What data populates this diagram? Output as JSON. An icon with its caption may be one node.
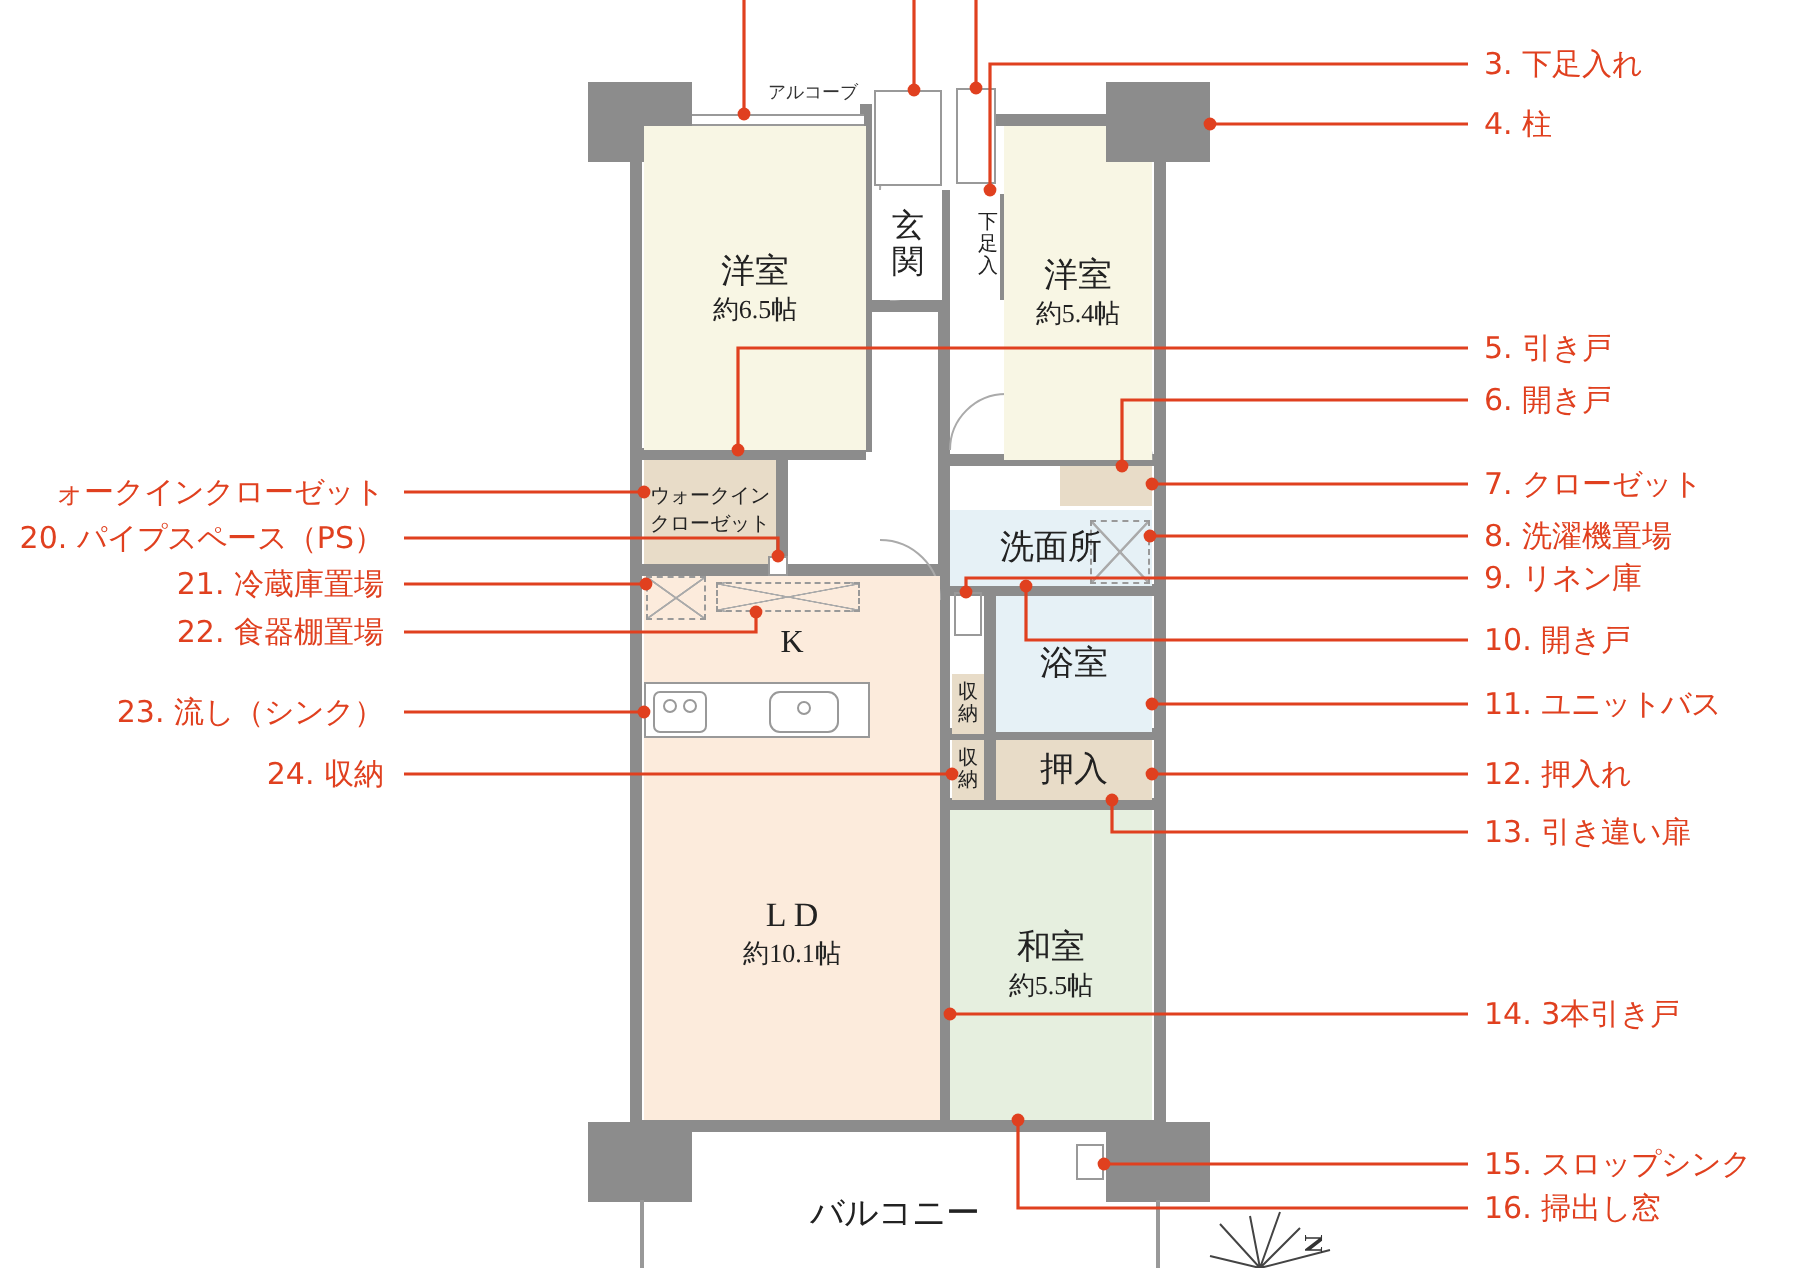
{
  "diagram": {
    "nodes": [
      {
        "text": [
          "洋室",
          "約6.5帖"
        ]
      },
      {
        "text": [
          "玄関"
        ]
      },
      {
        "text": [
          "下足入"
        ]
      },
      {
        "text": [
          "洋室",
          "約5.4帖"
        ]
      },
      {
        "text": [
          "ウォークインクローゼット"
        ]
      },
      {
        "text": [
          "洗面所"
        ]
      },
      {
        "text": [
          "浴室"
        ]
      },
      {
        "text": [
          "収納"
        ]
      },
      {
        "text": [
          "収納"
        ]
      },
      {
        "text": [
          "押入"
        ]
      },
      {
        "text": [
          "K"
        ]
      },
      {
        "text": [
          "L D",
          "約10.1帖"
        ]
      },
      {
        "text": [
          "和室",
          "約5.5帖"
        ]
      },
      {
        "text": [],
        "shape": "box"
      },
      {
        "text": [],
        "shape": "box"
      },
      {
        "text": [],
        "shape": "box"
      },
      {
        "text": [],
        "shape": "box"
      },
      {
        "text": [],
        "shape": "box"
      },
      {
        "text": [],
        "shape": "box",
        "in": 5
      },
      {
        "text": [],
        "shape": "box"
      },
      {
        "text": [],
        "shape": "box"
      },
      {
        "text": [],
        "shape": "box"
      },
      {
        "text": [],
        "shape": "box",
        "in": 10
      },
      {
        "text": [],
        "shape": "box",
        "in": 10
      },
      {
        "text": [],
        "shape": "box",
        "in": 10
      },
      {
        "text": [
          "3. 下足入れ"
        ]
      },
      {
        "text": [
          "4. 柱"
        ]
      },
      {
        "text": [
          "5. 引き戸"
        ]
      },
      {
        "text": [
          "6. 開き戸"
        ]
      },
      {
        "text": [
          "7. クローゼット"
        ]
      },
      {
        "text": [
          "8. 洗濯機置場"
        ]
      },
      {
        "text": [
          "9. リネン庫"
        ]
      },
      {
        "text": [
          "10. 開き戸"
        ]
      },
      {
        "text": [
          "11. ユニットバス"
        ]
      },
      {
        "text": [
          "12. 押入れ"
        ]
      },
      {
        "text": [
          "13. 引き違い扉"
        ]
      },
      {
        "text": [
          "14. 3本引き戸"
        ]
      },
      {
        "text": [
          "15. スロップシンク"
        ]
      },
      {
        "text": [
          "16. 掃出し窓"
        ]
      },
      {
        "text": [
          "ォークインクローゼット"
        ]
      },
      {
        "text": [
          "20. パイプスペース（PS）"
        ]
      },
      {
        "text": [
          "21. 冷蔵庫置場"
        ]
      },
      {
        "text": [
          "22. 食器棚置場"
        ]
      },
      {
        "text": [
          "23. 流し（シンク）"
        ]
      },
      {
        "text": [
          "24. 収納"
        ]
      }
    ],
    "edges": [
      {
        "from": 25,
        "to": 2,
        "arrow": "other"
      },
      {
        "from": 26,
        "to": 13,
        "arrow": "other"
      },
      {
        "from": 27,
        "to": 0,
        "arrow": "other"
      },
      {
        "from": 28,
        "to": 17,
        "arrow": "other"
      },
      {
        "from": 29,
        "to": 17,
        "arrow": "other"
      },
      {
        "from": 30,
        "to": 18,
        "arrow": "other"
      },
      {
        "from": 31,
        "to": 19,
        "arrow": "other"
      },
      {
        "from": 32,
        "to": 5,
        "arrow": "other"
      },
      {
        "from": 33,
        "to": 6,
        "arrow": "other"
      },
      {
        "from": 34,
        "to": 9,
        "arrow": "other"
      },
      {
        "from": 35,
        "to": 9,
        "arrow": "other"
      },
      {
        "from": 36,
        "to": 12,
        "arrow": "other"
      },
      {
        "from": 37,
        "to": 20,
        "arrow": "other"
      },
      {
        "from": 38,
        "to": 12,
        "arrow": "other"
      },
      {
        "from": 39,
        "to": 4,
        "arrow": "other"
      },
      {
        "from": 40,
        "to": 21,
        "arrow": "other"
      },
      {
        "from": 41,
        "to": 22,
        "arrow": "other"
      },
      {
        "from": 42,
        "to": 23,
        "arrow": "other"
      },
      {
        "from": 43,
        "to": 24,
        "arrow": "other"
      },
      {
        "from": 44,
        "to": 8,
        "arrow": "other"
      },
      {
        "from": null,
        "to": 14,
        "arrow": "other"
      },
      {
        "from": null,
        "to": 15,
        "arrow": "other"
      },
      {
        "from": null,
        "to": 16,
        "arrow": "other"
      }
    ],
    "labels": [
      "アルコーブ",
      "バルコニー",
      "N"
    ]
  }
}
